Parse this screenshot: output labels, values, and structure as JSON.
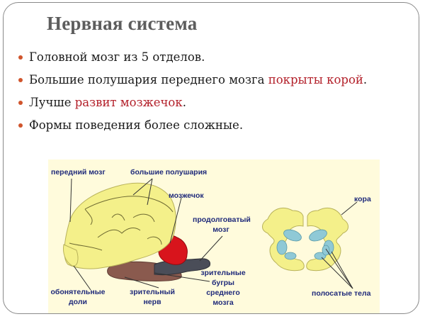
{
  "slide": {
    "title": "Нервная система",
    "bullets": [
      {
        "parts": [
          {
            "text": "Головной мозг из 5 отделов.",
            "color": "#1a1a1a"
          }
        ]
      },
      {
        "parts": [
          {
            "text": "Большие полушария переднего мозга ",
            "color": "#1a1a1a"
          },
          {
            "text": "покрыты корой",
            "color": "#b3202a"
          },
          {
            "text": ".",
            "color": "#1a1a1a"
          }
        ]
      },
      {
        "parts": [
          {
            "text": "Лучше ",
            "color": "#1a1a1a"
          },
          {
            "text": "развит мозжечок",
            "color": "#b3202a"
          },
          {
            "text": ".",
            "color": "#1a1a1a"
          }
        ]
      },
      {
        "parts": [
          {
            "text": "Формы поведения более сложные.",
            "color": "#1a1a1a"
          }
        ]
      }
    ],
    "bullet_color": "#d0552d",
    "accent_color": "#b3202a"
  },
  "diagram": {
    "background": "#fffbdc",
    "label_color": "#1f2a7a",
    "brain_side_view": {
      "labels": {
        "forebrain": "передний мозг",
        "hemispheres": "большие полушария",
        "cerebellum": "мозжечок",
        "medulla_1": "продолговатый",
        "medulla_2": "мозг",
        "optic_lobes_1": "зрительные",
        "optic_lobes_2": "бугры",
        "optic_lobes_3": "среднего",
        "optic_lobes_4": "мозга",
        "olfactory_1": "обонятельные",
        "olfactory_2": "доли",
        "optic_nerve_1": "зрительный",
        "optic_nerve_2": "нерв"
      },
      "colors": {
        "hemispheres": "#f4f08a",
        "cerebellum": "#d8141c",
        "medulla": "#4a4d58",
        "midbrain": "#8a5a4e"
      }
    },
    "brain_cross_section": {
      "labels": {
        "cortex": "кора",
        "striatum": "полосатые тела"
      },
      "colors": {
        "cortex": "#f4f08a",
        "striatum": "#8fc9d6"
      }
    }
  }
}
